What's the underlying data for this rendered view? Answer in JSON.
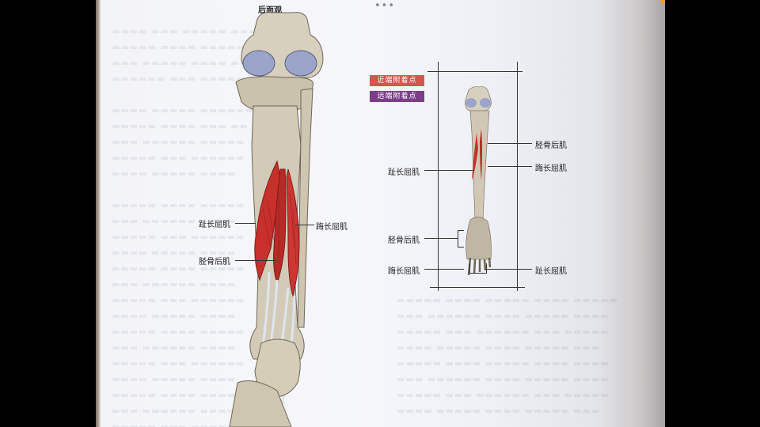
{
  "document": {
    "view_caption": "后面观",
    "more_menu_icon": "•••",
    "legend": {
      "proximal": {
        "label": "近端附着点",
        "color": "#d9534f"
      },
      "distal": {
        "label": "远端附着点",
        "color": "#7a3f86"
      }
    },
    "main_figure": {
      "labels": {
        "fdl": "趾长屈肌",
        "fhl": "踇长屈肌",
        "tp": "胫骨后肌"
      }
    },
    "small_figure": {
      "labels": {
        "tp_upper": "胫骨后肌",
        "fhl_upper": "踇长屈肌",
        "fdl_upper": "趾长屈肌",
        "tp_lower": "胫骨后肌",
        "fhl_lower": "踇长屈肌",
        "fdl_lower": "趾长屈肌"
      }
    },
    "colors": {
      "muscle": "#c9302c",
      "bone": "#d9d2c2",
      "cartilage": "#9aa3c8",
      "tendon": "#dfe3ea"
    }
  }
}
